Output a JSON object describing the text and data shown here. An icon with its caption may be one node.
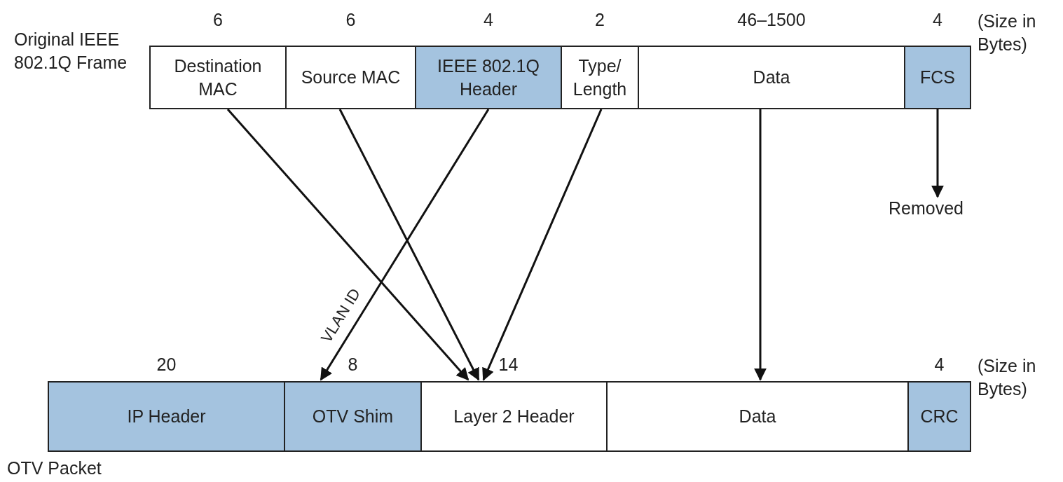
{
  "diagram": {
    "nodes": [
      {
        "text": [
          "Destination MAC"
        ],
        "beside": [
          "6"
        ]
      },
      {
        "text": [
          "Source MAC"
        ],
        "beside": [
          "6"
        ]
      },
      {
        "text": [
          "IEEE 802.1Q Header"
        ],
        "beside": [
          "4"
        ]
      },
      {
        "text": [
          "Type/ Length"
        ],
        "beside": [
          "2"
        ]
      },
      {
        "text": [
          "Data"
        ],
        "beside": [
          "46–1500"
        ]
      },
      {
        "text": [
          "FCS"
        ],
        "beside": [
          "4"
        ]
      },
      {
        "text": [
          "Removed"
        ]
      },
      {
        "text": [
          "IP Header"
        ],
        "beside": [
          "20"
        ]
      },
      {
        "text": [
          "OTV Shim"
        ],
        "beside": [
          "8"
        ]
      },
      {
        "text": [
          "Layer 2 Header"
        ],
        "beside": [
          "14"
        ]
      },
      {
        "text": [
          "Data"
        ]
      },
      {
        "text": [
          "CRC"
        ],
        "beside": [
          "4"
        ]
      }
    ],
    "edges": [
      {
        "from": 0,
        "to": 9,
        "arrow": "to"
      },
      {
        "from": 1,
        "to": 9,
        "arrow": "to"
      },
      {
        "from": 2,
        "to": 8,
        "arrow": "to",
        "label": "VLAN ID"
      },
      {
        "from": 3,
        "to": 9,
        "arrow": "to"
      },
      {
        "from": 4,
        "to": 10,
        "arrow": "to"
      },
      {
        "from": 5,
        "to": 6,
        "arrow": "to"
      }
    ],
    "labels": [
      "Original IEEE 802.1Q Frame",
      "(Size in Bytes)",
      "(Size in Bytes)",
      "OTV Packet"
    ]
  }
}
